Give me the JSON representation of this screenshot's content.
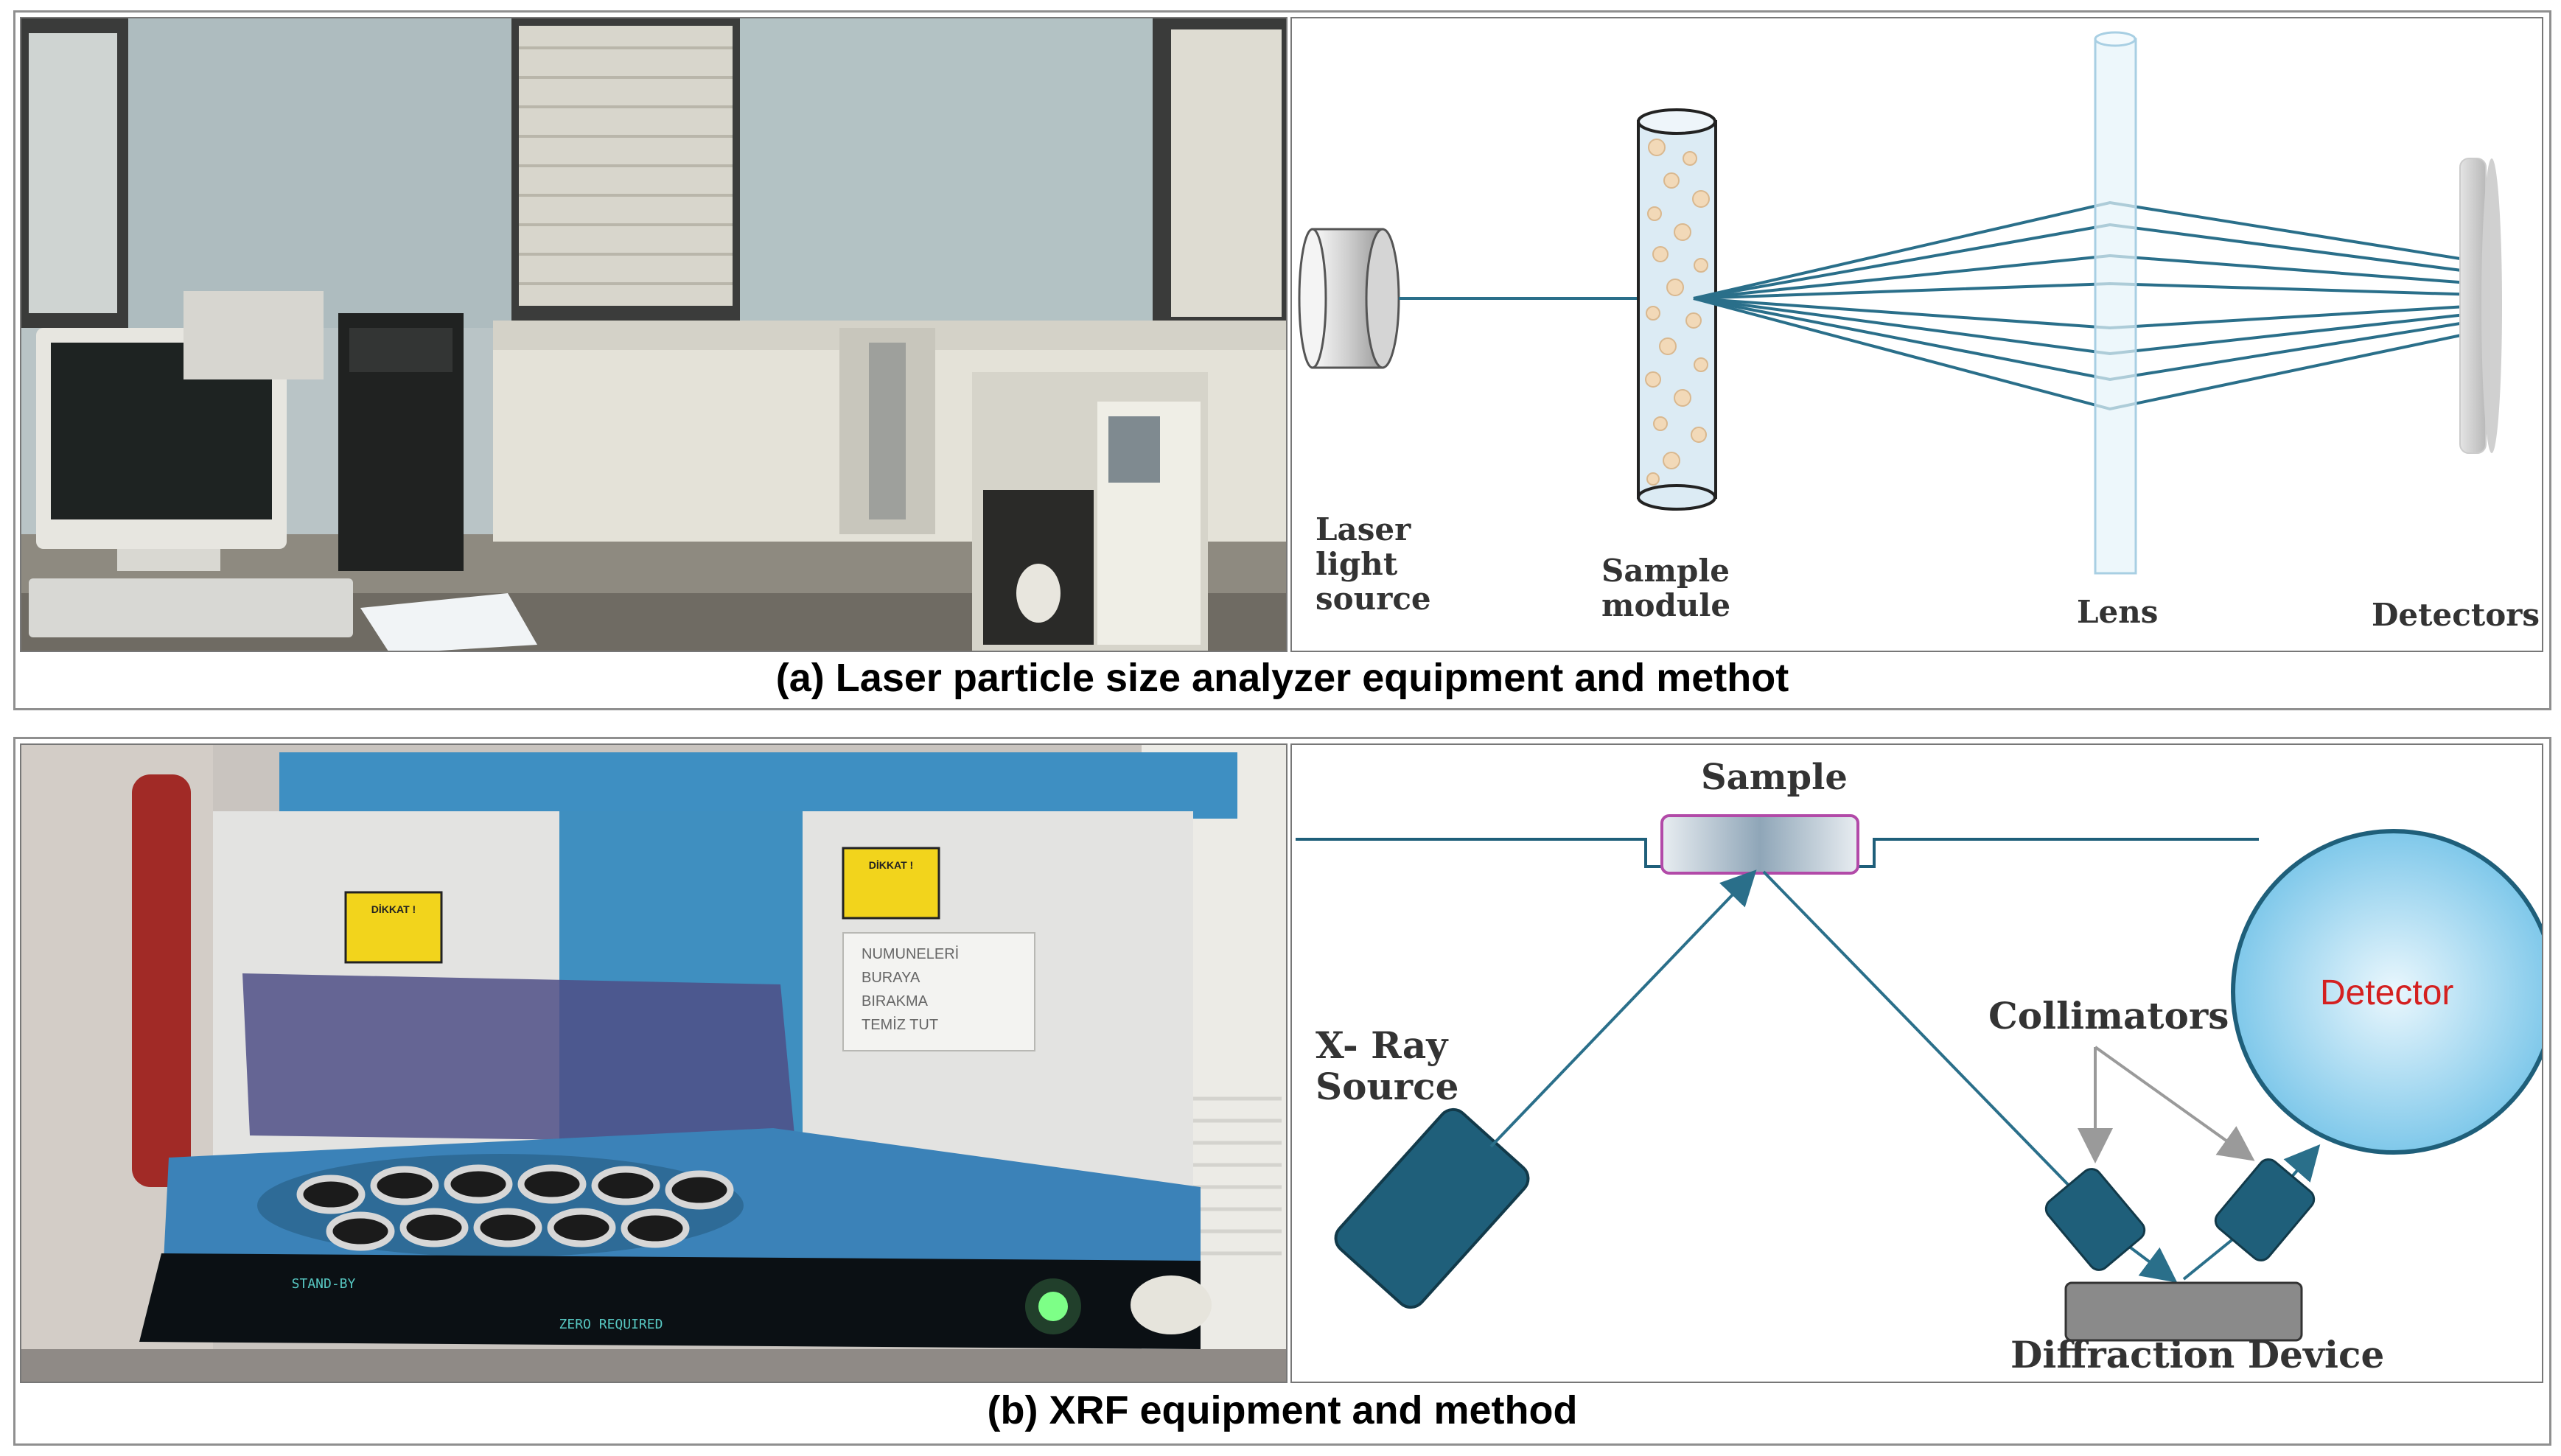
{
  "panel_a": {
    "caption": "(a) Laser particle size analyzer equipment and methot",
    "labels": {
      "laser_line1": "Laser",
      "laser_line2": "light",
      "laser_line3": "source",
      "sample_line1": "Sample",
      "sample_line2": "module",
      "lens": "Lens",
      "detectors": "Detectors"
    }
  },
  "panel_b": {
    "caption": "(b) XRF equipment and method",
    "labels": {
      "sample": "Sample",
      "xray_line1": "X- Ray",
      "xray_line2": "Source",
      "collimators": "Collimators",
      "detector": "Detector",
      "diffraction": "Diffraction Device"
    },
    "photo_texts": {
      "warning_sign": "DİKKAT !",
      "note_line1": "NUMUNELERİ",
      "note_line2": "BURAYA",
      "note_line3": "BIRAKMA",
      "note_line4": "TEMİZ TUT",
      "display_left": "STAND-BY",
      "display_right": "ZERO REQUIRED"
    }
  },
  "colors": {
    "beam": "#2a6f8a",
    "xray_device": "#1f5f7a",
    "detector_fill": "#9fd6ef",
    "detector_text": "#d42020",
    "panel_border": "#8f8f8f"
  }
}
